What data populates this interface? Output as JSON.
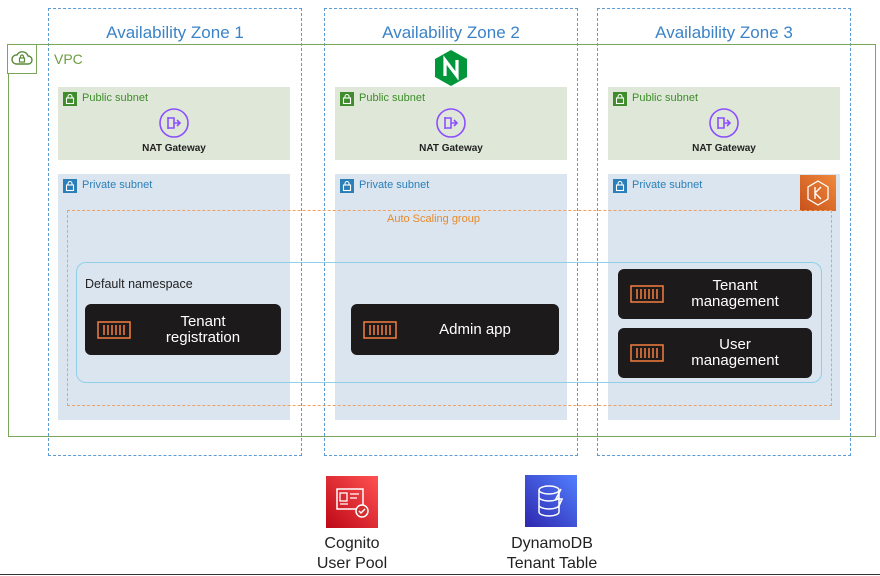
{
  "zones": [
    {
      "title": "Availability Zone 1"
    },
    {
      "title": "Availability Zone 2"
    },
    {
      "title": "Availability Zone 3"
    }
  ],
  "vpc": {
    "label": "VPC"
  },
  "subnets": {
    "public_label": "Public subnet",
    "private_label": "Private subnet",
    "nat_label": "NAT Gateway"
  },
  "auto_scaling": {
    "label": "Auto Scaling group"
  },
  "namespace": {
    "label": "Default namespace"
  },
  "services": [
    {
      "label": "Tenant\nregistration"
    },
    {
      "label": "Admin app"
    },
    {
      "label": "Tenant\nmanagement"
    },
    {
      "label": "User\nmanagement"
    }
  ],
  "bottom": {
    "cognito": "Cognito\nUser Pool",
    "dynamodb": "DynamoDB\nTenant Table"
  },
  "colors": {
    "az_border": "#5d9bd5",
    "vpc_green": "#7aa65a",
    "nginx_green": "#009639",
    "eks_orange": "#d86613",
    "cognito_red": "#dd344c",
    "dynamodb_blue": "#3b48cc",
    "container_orange": "#e8783c"
  },
  "icons": [
    "vpc-cloud-icon",
    "nginx-icon",
    "nat-gateway-icon",
    "lock-icon",
    "eks-icon",
    "container-icon",
    "cognito-icon",
    "dynamodb-icon"
  ]
}
